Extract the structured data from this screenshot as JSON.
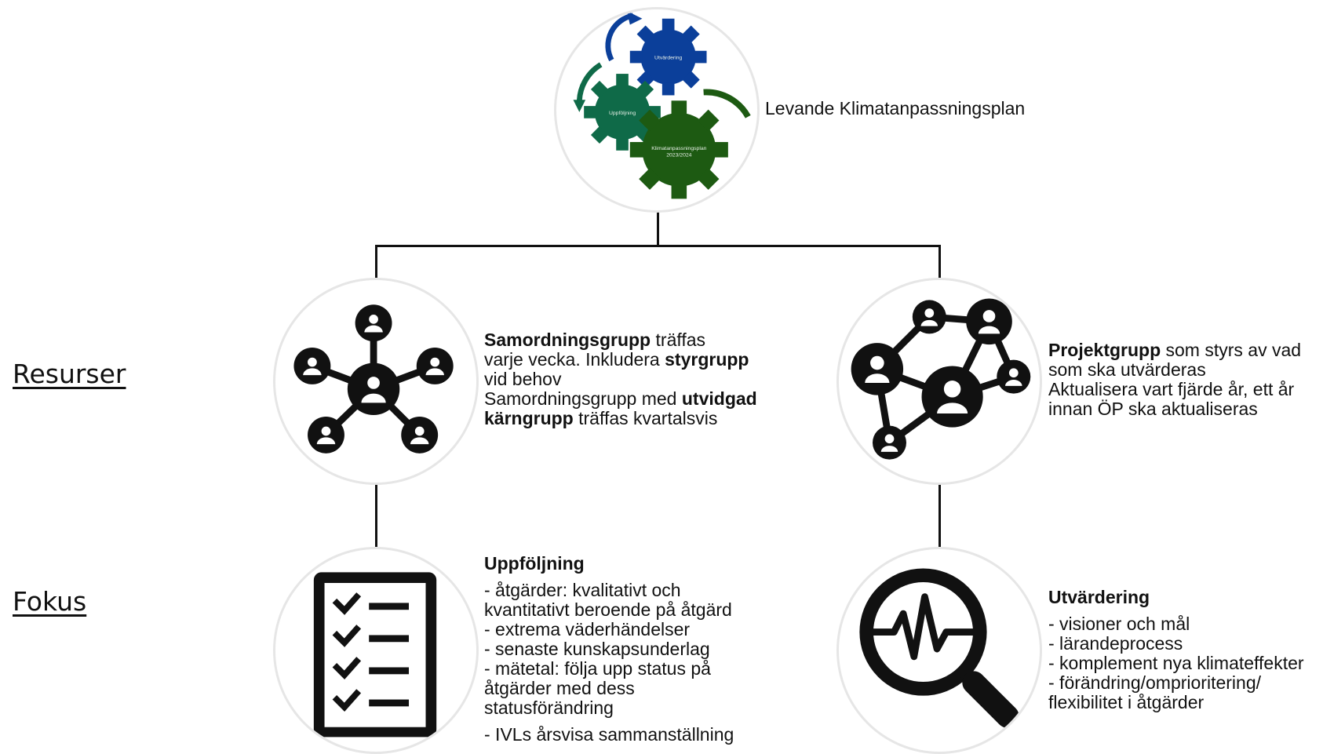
{
  "top": {
    "title": "Levande Klimatanpassningsplan",
    "gears": {
      "evaluation": "Utvärdering",
      "followup": "Uppföljning",
      "plan_line1": "Klimatanpassningsplan",
      "plan_line2": "2023/2024"
    },
    "colors": {
      "blue": "#0b3f9a",
      "teal": "#0f6a48",
      "dark_green": "#1d5a12"
    }
  },
  "rows": {
    "resources": "Resurser",
    "focus": "Fokus"
  },
  "resources_left": {
    "icon": "network-hub-icon",
    "t1": "Samordningsgrupp",
    "t2": " träffas",
    "t3": "varje vecka. Inkludera ",
    "t4": "styrgrupp",
    "t5": "vid behov",
    "t6": "Samordningsgrupp med ",
    "t7": "utvidgad",
    "t8": "kärngrupp",
    "t9": " träffas kvartalsvis"
  },
  "resources_right": {
    "icon": "network-graph-icon",
    "t1": "Projektgrupp",
    "t2": " som styrs av vad",
    "t3": "som ska utvärderas",
    "t4": "Aktualisera vart fjärde år, ett år",
    "t5": "innan ÖP ska aktualiseras"
  },
  "focus_left": {
    "icon": "checklist-icon",
    "heading": "Uppföljning",
    "lines": [
      "- åtgärder: kvalitativt och",
      "kvantitativt beroende på åtgärd",
      "- extrema väderhändelser",
      "- senaste kunskapsunderlag",
      "- mätetal: följa upp status på",
      "åtgärder med dess",
      "statusförändring"
    ],
    "last_line": "- IVLs årsvisa sammanställning"
  },
  "focus_right": {
    "icon": "magnifier-pulse-icon",
    "heading": "Utvärdering",
    "lines": [
      "- visioner och mål",
      "- lärandeprocess",
      "- komplement nya klimateffekter",
      "- förändring/omprioritering/",
      "flexibilitet i åtgärder"
    ]
  }
}
